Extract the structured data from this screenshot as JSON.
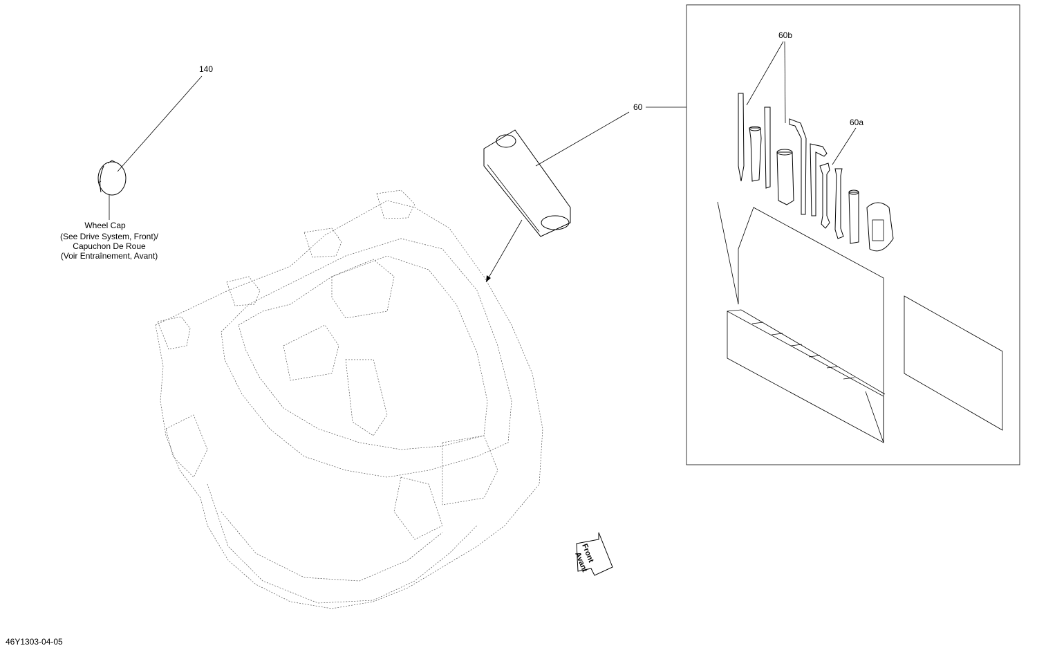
{
  "callouts": {
    "c140": "140",
    "c60": "60",
    "c60a": "60a",
    "c60b": "60b"
  },
  "wheel_cap_note": {
    "line1": "Wheel Cap",
    "line2": "(See Drive System, Front)/",
    "line3": "Capuchon De Roue",
    "line4": "(Voir Entraînement, Avant)"
  },
  "direction_arrow": {
    "line1": "Front",
    "line2": "Avant"
  },
  "figure_code": "46Y1303-04-05"
}
